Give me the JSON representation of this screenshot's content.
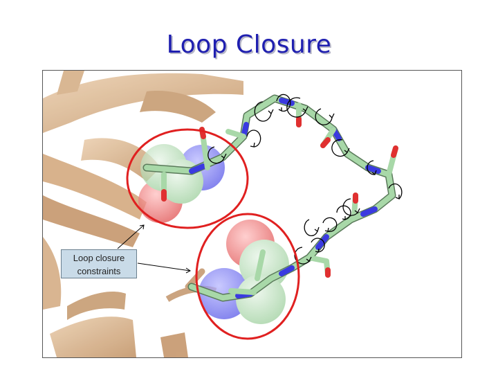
{
  "title": "Loop Closure",
  "callout": {
    "line1": "Loop closure",
    "line2": "constraints"
  },
  "colors": {
    "title": "#1f1fb0",
    "protein": "#d9b38c",
    "carbon": "#a8d8a8",
    "nitrogen": "#3a3ae0",
    "oxygen": "#e03030",
    "highlight": "#e02020",
    "callout_fill": "#c9dbe8"
  },
  "icons": [
    "rotation-arrow-icon",
    "highlight-circle",
    "pointer-arrow"
  ]
}
